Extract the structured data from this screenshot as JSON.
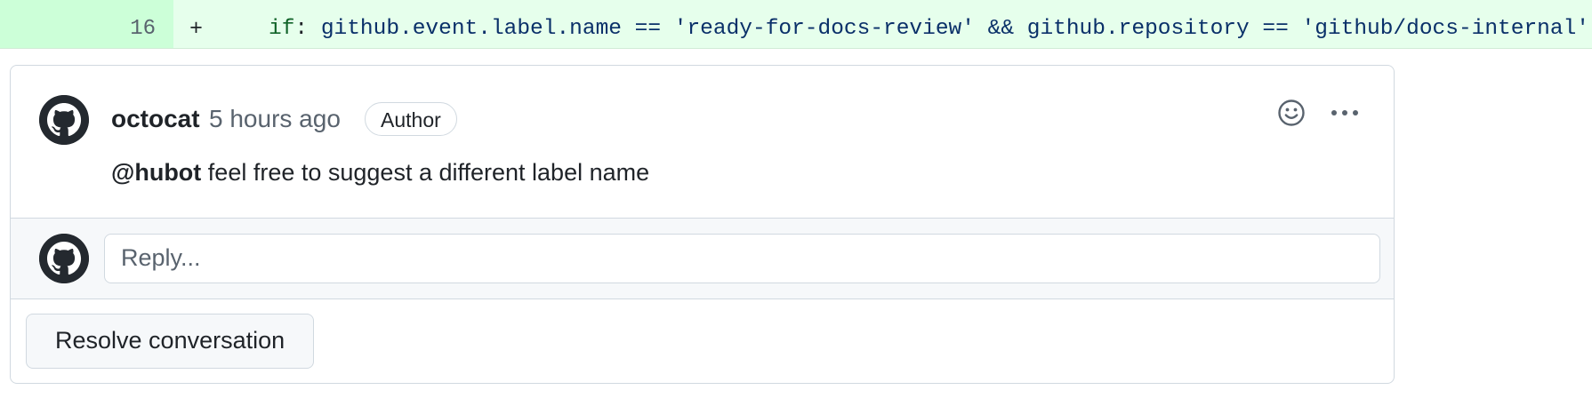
{
  "diff": {
    "line_number": "16",
    "prefix": "+",
    "code": {
      "keyword": "if",
      "colon": ": ",
      "expr_left": "github.event.label.name",
      "op1": " == ",
      "str1": "'ready-for-docs-review'",
      "and": " && ",
      "expr_right": "github.repository",
      "op2": " == ",
      "str2": "'github/docs-internal'"
    }
  },
  "comment": {
    "author": "octocat",
    "timestamp": "5 hours ago",
    "badge": "Author",
    "mention": "@hubot",
    "text": " feel free to suggest a different label name",
    "actions": {
      "emoji_icon": "smiley-icon",
      "more_icon": "kebab-horizontal-icon"
    }
  },
  "reply": {
    "placeholder": "Reply..."
  },
  "resolve": {
    "label": "Resolve conversation"
  },
  "colors": {
    "added_bg": "#e6ffec",
    "added_gutter": "#ccffd8",
    "border": "#d1d9e0",
    "muted_text": "#59636e"
  }
}
